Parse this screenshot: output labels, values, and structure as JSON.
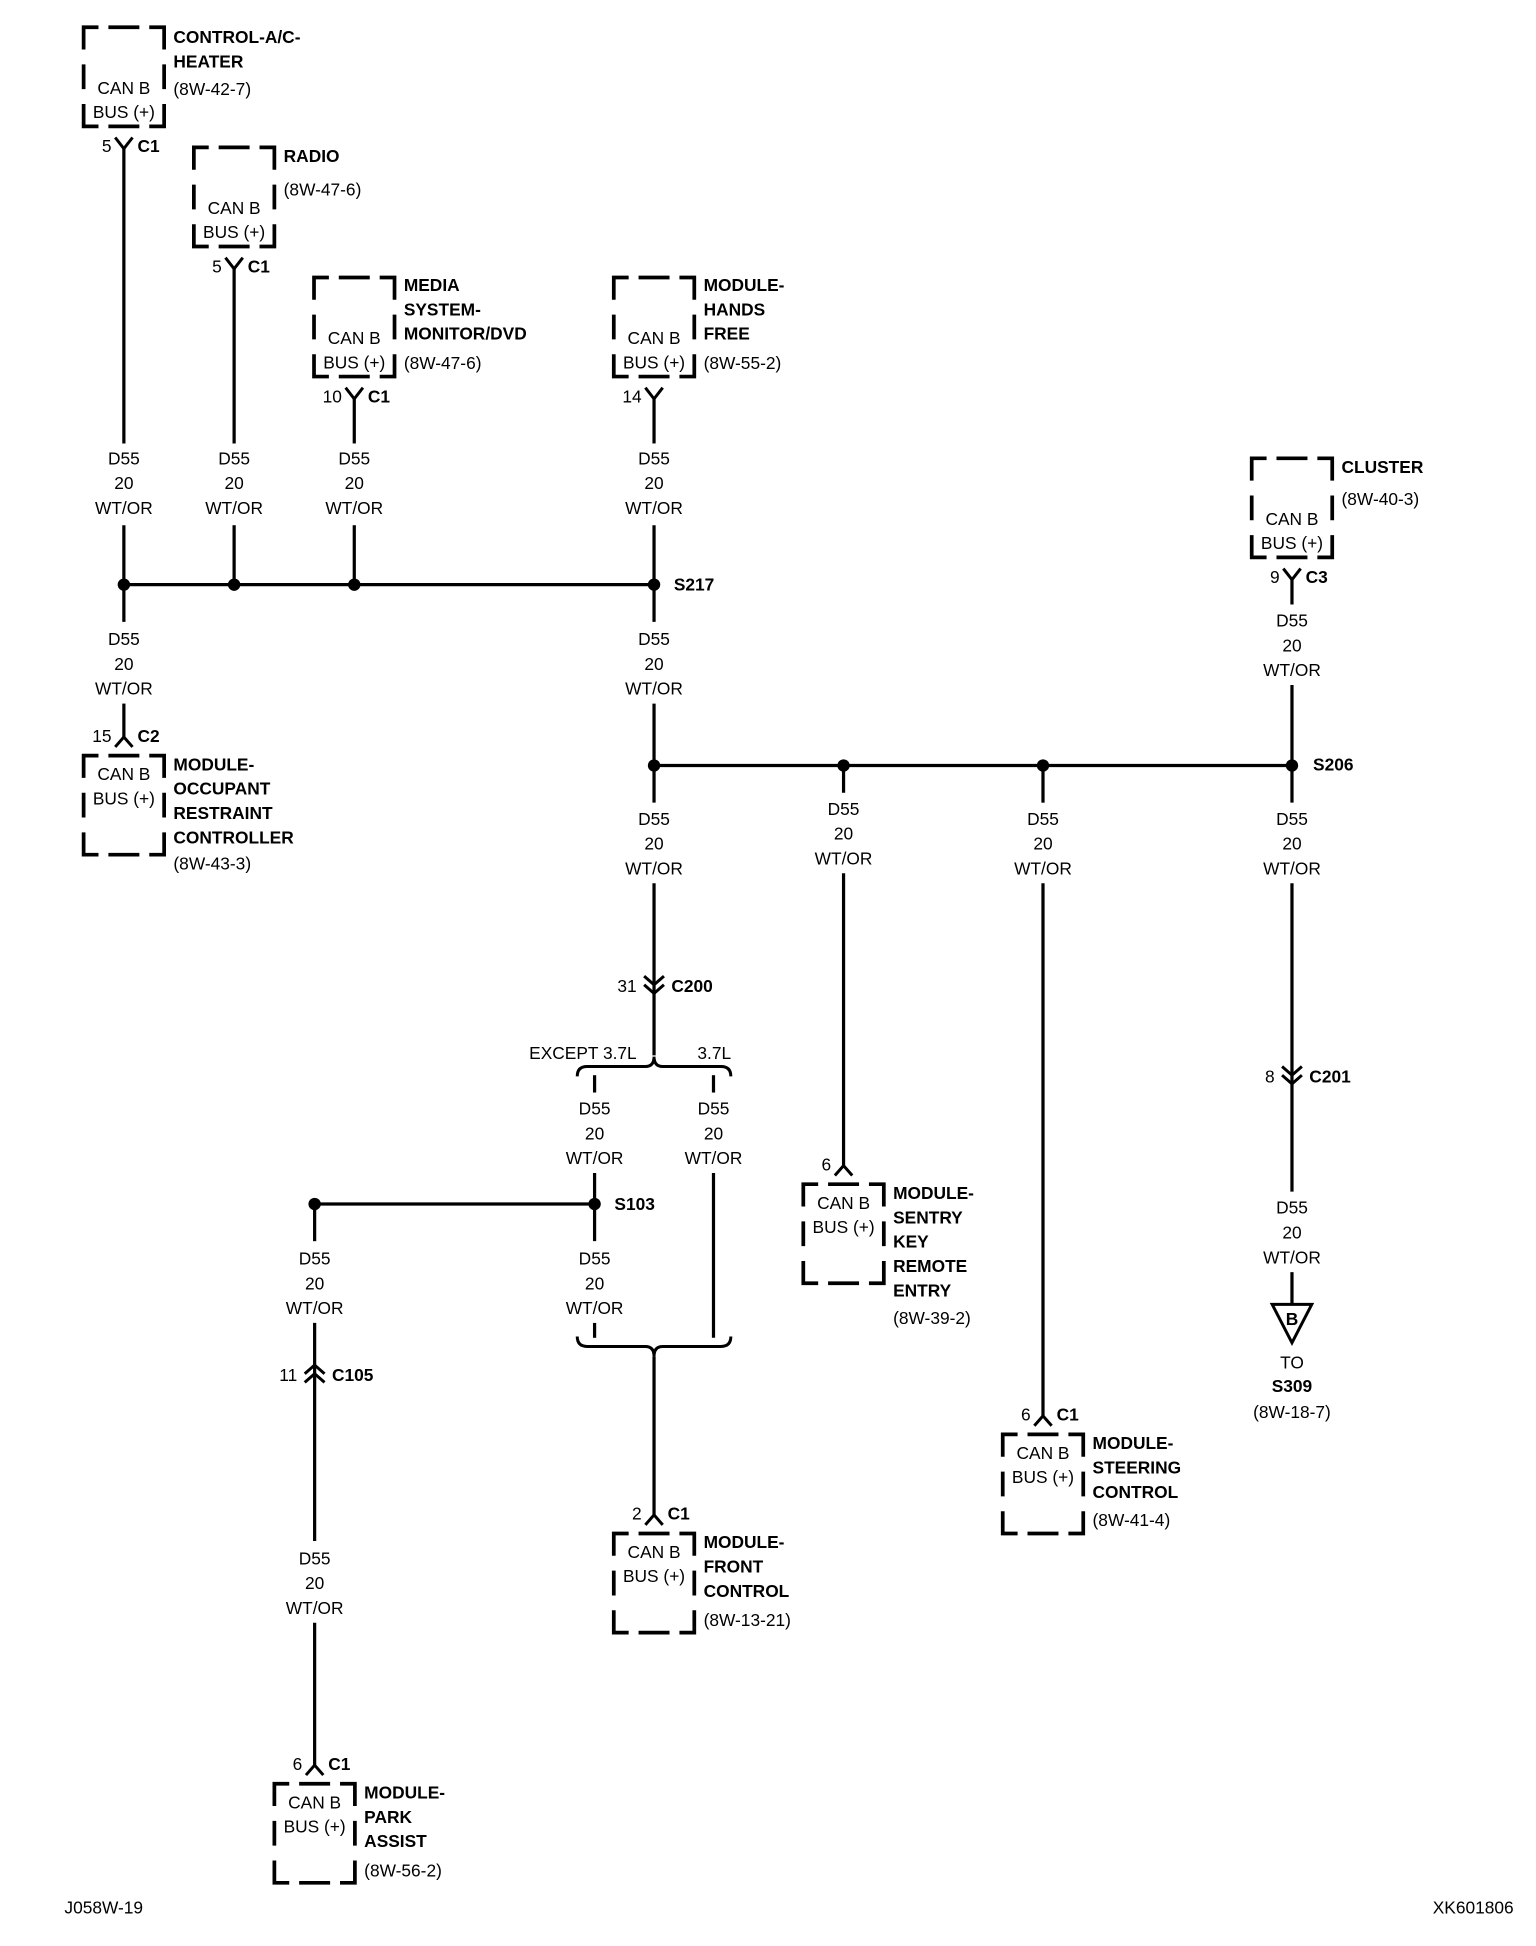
{
  "colors": {
    "ink": "#000000",
    "background": "#ffffff"
  },
  "box_label": {
    "line1": "CAN B",
    "line2": "BUS (+)"
  },
  "wire": {
    "circuit": "D55",
    "gauge": "20",
    "color": "WT/OR"
  },
  "components": {
    "ac_heater": {
      "name": [
        "CONTROL-A/C-",
        "HEATER"
      ],
      "ref": "(8W-42-7)",
      "pin": "5",
      "connector": "C1"
    },
    "radio": {
      "name": [
        "RADIO"
      ],
      "ref": "(8W-47-6)",
      "pin": "5",
      "connector": "C1"
    },
    "media": {
      "name": [
        "MEDIA",
        "SYSTEM-",
        "MONITOR/DVD"
      ],
      "ref": "(8W-47-6)",
      "pin": "10",
      "connector": "C1"
    },
    "hands_free": {
      "name": [
        "MODULE-",
        "HANDS",
        "FREE"
      ],
      "ref": "(8W-55-2)",
      "pin": "14"
    },
    "cluster": {
      "name": [
        "CLUSTER"
      ],
      "ref": "(8W-40-3)",
      "pin": "9",
      "connector": "C3"
    },
    "occupant_restraint": {
      "name": [
        "MODULE-",
        "OCCUPANT",
        "RESTRAINT",
        "CONTROLLER"
      ],
      "ref": "(8W-43-3)",
      "pin": "15",
      "connector": "C2"
    },
    "sentry_key": {
      "name": [
        "MODULE-",
        "SENTRY",
        "KEY",
        "REMOTE",
        "ENTRY"
      ],
      "ref": "(8W-39-2)",
      "pin": "6"
    },
    "steering_control": {
      "name": [
        "MODULE-",
        "STEERING",
        "CONTROL"
      ],
      "ref": "(8W-41-4)",
      "pin": "6",
      "connector": "C1"
    },
    "front_control": {
      "name": [
        "MODULE-",
        "FRONT",
        "CONTROL"
      ],
      "ref": "(8W-13-21)",
      "pin": "2",
      "connector": "C1"
    },
    "park_assist": {
      "name": [
        "MODULE-",
        "PARK",
        "ASSIST"
      ],
      "ref": "(8W-56-2)",
      "pin": "6",
      "connector": "C1"
    }
  },
  "splices": {
    "s217": "S217",
    "s206": "S206",
    "s103": "S103"
  },
  "inline_connectors": {
    "c200": {
      "name": "C200",
      "pin": "31"
    },
    "c201": {
      "name": "C201",
      "pin": "8"
    },
    "c105": {
      "name": "C105",
      "pin": "11"
    }
  },
  "branches": {
    "except": "EXCEPT 3.7L",
    "only": "3.7L"
  },
  "offpage": {
    "letter": "B",
    "to": "TO",
    "splice": "S309",
    "ref": "(8W-18-7)"
  },
  "footer": {
    "left": "J058W-19",
    "right": "XK601806"
  }
}
